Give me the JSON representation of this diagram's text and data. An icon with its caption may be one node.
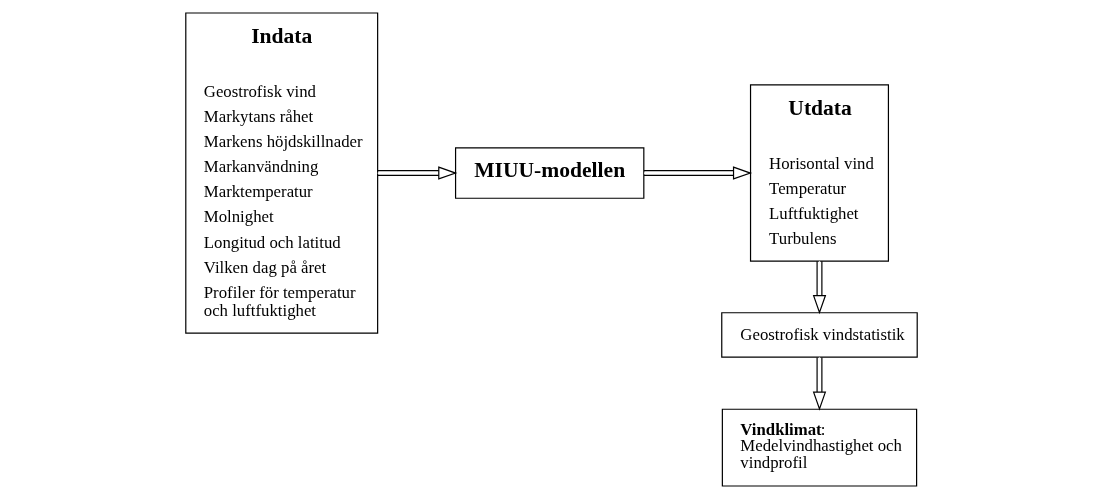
{
  "diagram": {
    "nodes": [
      {
        "text": [
          "Indata",
          "Geostrofisk vind",
          "Markytans råhet",
          "Markens höjdskillnader",
          "Markanvändning",
          "Marktemperatur",
          "Molnighet",
          "Longitud och latitud",
          "Vilken dag på året",
          "Profiler för temperatur och luftfuktighet"
        ]
      },
      {
        "text": [
          "MIUU-modellen"
        ]
      },
      {
        "text": [
          "Utdata",
          "Horisontal vind",
          "Temperatur",
          "Luftfuktighet",
          "Turbulens"
        ]
      },
      {
        "text": [
          "Geostrofisk vindstatistik"
        ]
      },
      {
        "text": [
          "**Vindklimat**: Medelvindhastighet och vindprofil"
        ]
      }
    ],
    "edges": [
      {
        "from": 0,
        "to": 1,
        "arrow": "to"
      },
      {
        "from": 1,
        "to": 2,
        "arrow": "to"
      },
      {
        "from": 2,
        "to": 3,
        "arrow": "to"
      },
      {
        "from": 3,
        "to": 4,
        "arrow": "to"
      }
    ]
  }
}
